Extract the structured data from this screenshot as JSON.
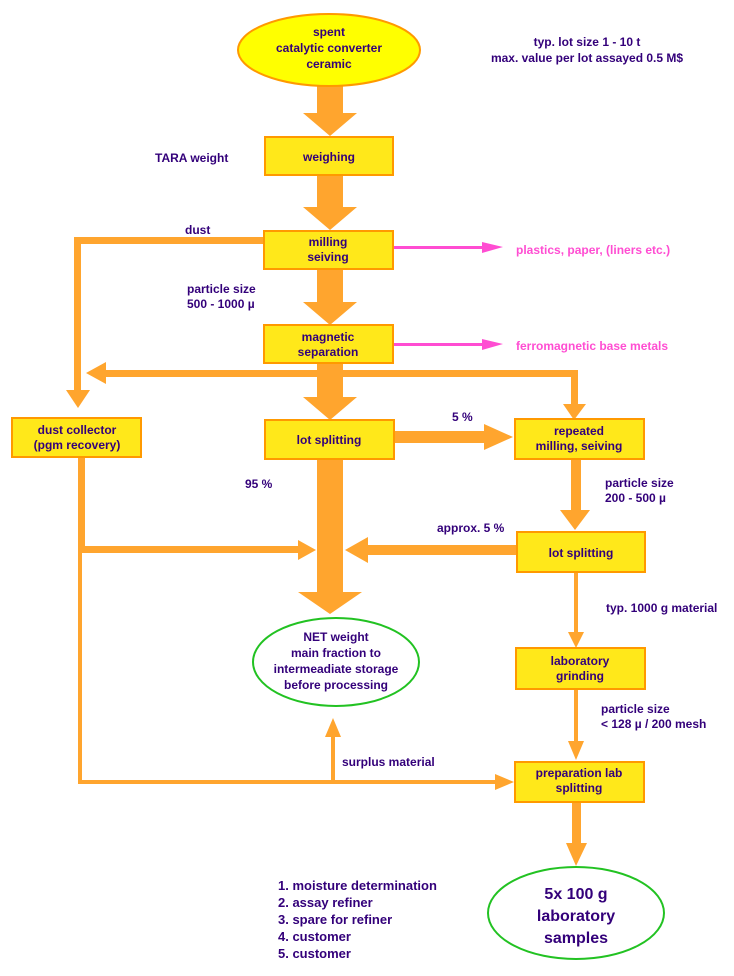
{
  "colors": {
    "arrow": "#FFA52E",
    "box_fill": "#FFE81A",
    "box_border": "#FF9900",
    "ellipse_border": "#22C222",
    "text": "#33007A",
    "pink": "#FF4DD2",
    "start_fill": "#FFFF00"
  },
  "nodes": {
    "start": [
      "spent",
      "catalytic converter",
      "ceramic"
    ],
    "weighing": [
      "weighing"
    ],
    "milling": [
      "milling",
      "seiving"
    ],
    "magnetic": [
      "magnetic",
      "separation"
    ],
    "lot_split_main": [
      "lot splitting"
    ],
    "dust_collector": [
      "dust collector",
      "(pgm recovery)"
    ],
    "repeated": [
      "repeated",
      "milling, seiving"
    ],
    "lot_split_2": [
      "lot splitting"
    ],
    "lab_grinding": [
      "laboratory",
      "grinding"
    ],
    "prep_lab": [
      "preparation lab",
      "splitting"
    ],
    "net_weight": [
      "NET weight",
      "main fraction to",
      "intermeadiate storage",
      "before processing"
    ],
    "samples": [
      "5x 100 g",
      "laboratory",
      "samples"
    ]
  },
  "notes": {
    "lot_info": [
      "typ. lot size 1 - 10 t",
      "max. value per lot assayed 0.5 M$"
    ],
    "tara": "TARA weight",
    "dust": "dust",
    "plastics": "plastics,  paper, (liners etc.)",
    "particle_1": [
      "particle size",
      "500 - 1000 µ"
    ],
    "ferro": "ferromagnetic base metals",
    "pct_5": "5 %",
    "pct_95": "95 %",
    "particle_2": [
      "particle size",
      "200 - 500 µ"
    ],
    "approx_5": "approx. 5 %",
    "typ_1000": "typ. 1000 g material",
    "particle_3": [
      "particle size",
      "< 128 µ / 200 mesh"
    ],
    "surplus": "surplus material"
  },
  "sample_list": [
    "1. moisture determination",
    "2. assay refiner",
    "3. spare for refiner",
    "4. customer",
    "5. customer"
  ]
}
